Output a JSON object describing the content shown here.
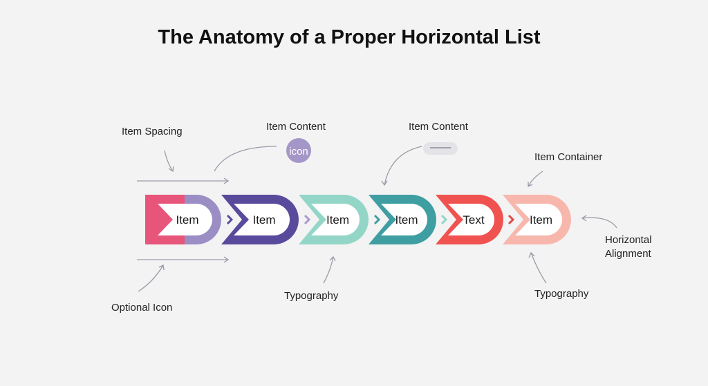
{
  "title": "The Anatomy of a Proper Horizontal List",
  "annotations": {
    "item_spacing": "Item Spacing",
    "item_content_1": "Item Content",
    "item_content_2": "Item Content",
    "item_container": "Item Container",
    "horizontal_alignment": "Horizontal Alignment",
    "optional_icon": "Optional Icon",
    "typography_1": "Typography",
    "typography_2": "Typography"
  },
  "icon_badge": "icon",
  "items": [
    {
      "label": "Item",
      "color": "#9b8ec4",
      "accent": "#e8557a"
    },
    {
      "label": "Item",
      "color": "#5a4a9c",
      "chevron": "#5a4a9c"
    },
    {
      "label": "Item",
      "color": "#93d6c8",
      "chevron": "#a99ad0"
    },
    {
      "label": "Item",
      "color": "#3f9ea2",
      "chevron": "#3f9ea2"
    },
    {
      "label": "Text",
      "color": "#f0524f",
      "chevron": "#93d6c8"
    },
    {
      "label": "Item",
      "color": "#f8b7ac",
      "chevron": "#e04a4a"
    }
  ]
}
